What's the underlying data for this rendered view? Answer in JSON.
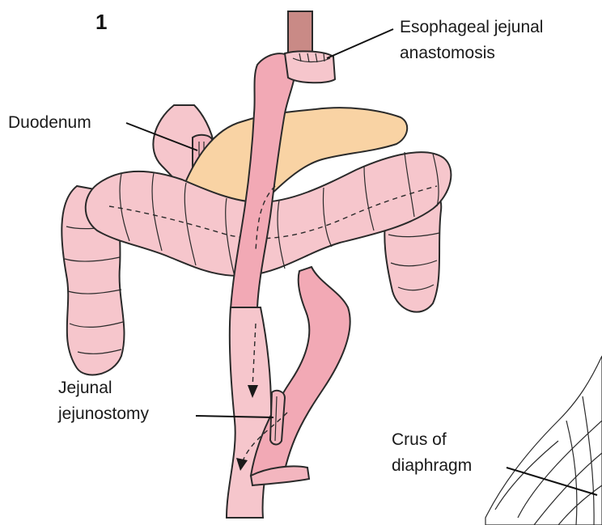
{
  "figure": {
    "number": "1",
    "labels": {
      "esophageal_l1": "Esophageal jejunal",
      "esophageal_l2": "anastomosis",
      "duodenum": "Duodenum",
      "jejunal_l1": "Jejunal",
      "jejunal_l2": "jejunostomy",
      "crus_l1": "Crus of",
      "crus_l2": "diaphragm"
    }
  },
  "colors": {
    "bowel": "#f6c6cc",
    "bowel_dark": "#ea9aa6",
    "jejunum": "#f2a9b5",
    "pancreas": "#f9d3a4",
    "esophagus": "#c98a86",
    "ink": "#1a1a1a"
  }
}
